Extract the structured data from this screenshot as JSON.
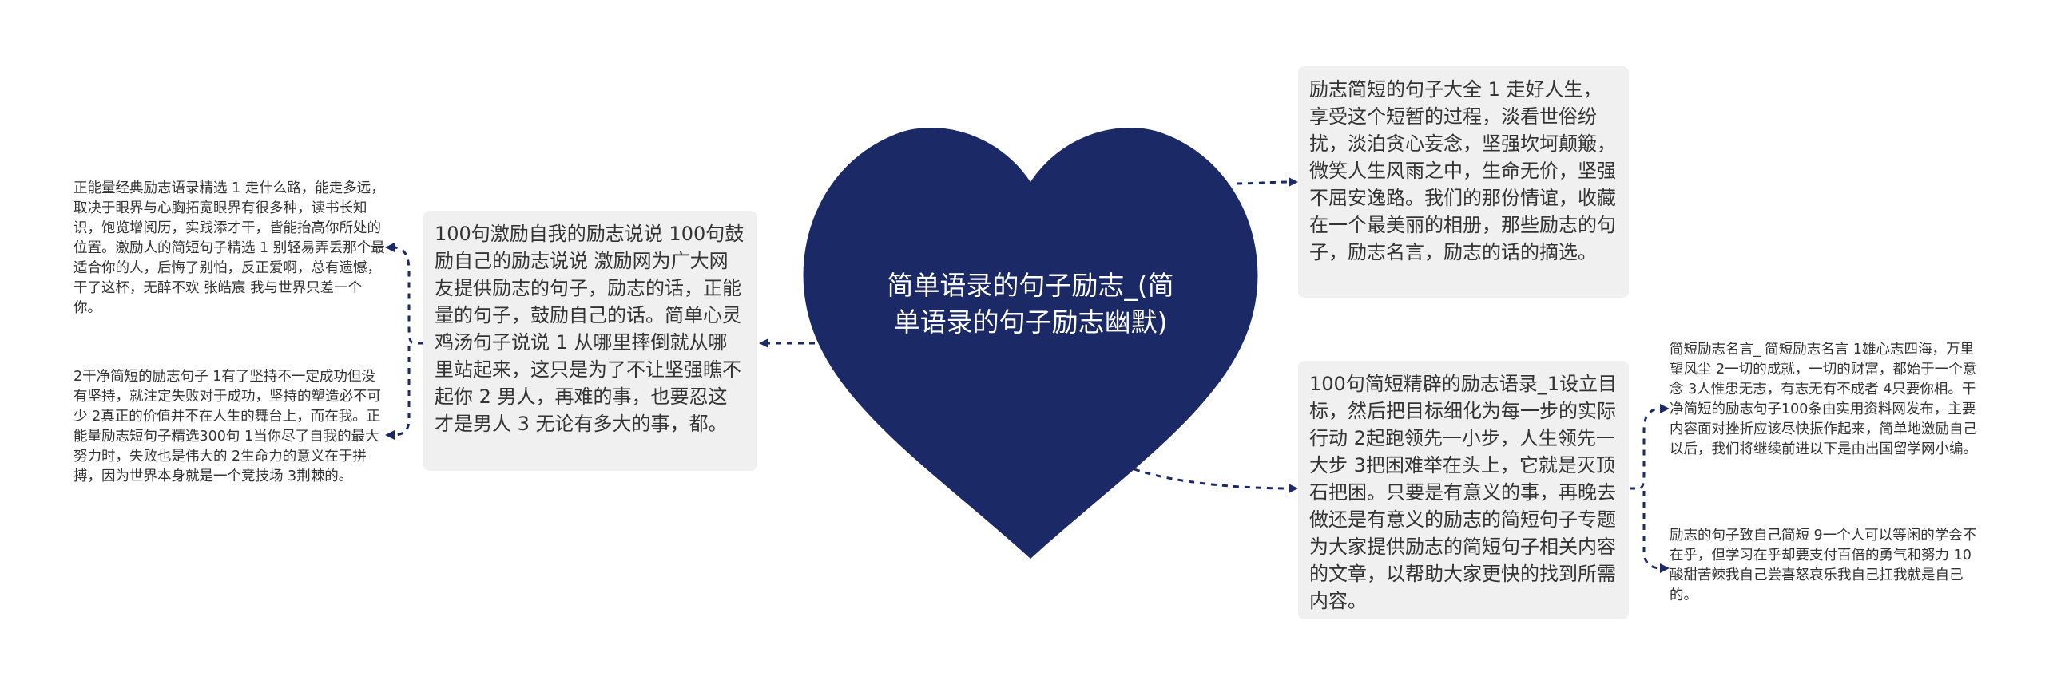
{
  "center": {
    "title": "简单语录的句子励志_(简单语录的句子励志幽默)",
    "color": "#1b2a66"
  },
  "right_top": {
    "text": "励志简短的句子大全 1 走好人生，享受这个短暂的过程，淡看世俗纷扰，淡泊贪心妄念，坚强坎坷颠簸，微笑人生风雨之中，生命无价，坚强不屈安逸路。我们的那份情谊，收藏在一个最美丽的相册，那些励志的句子，励志名言，励志的话的摘选。"
  },
  "right_bottom": {
    "text": "100句简短精辟的励志语录_1设立目标，然后把目标细化为每一步的实际行动 2起跑领先一小步，人生领先一大步 3把困难举在头上，它就是灭顶石把困。只要是有意义的事，再晚去做还是有意义的励志的简短句子专题为大家提供励志的简短句子相关内容的文章，以帮助大家更快的找到所需内容。",
    "children": [
      "简短励志名言_ 简短励志名言 1雄心志四海，万里望风尘 2一切的成就，一切的财富，都始于一个意念 3人惟患无志，有志无有不成者 4只要你相。干净简短的励志句子100条由实用资料网发布，主要内容面对挫折应该尽快振作起来，简单地激励自己以后，我们将继续前进以下是由出国留学网小编。",
      "励志的句子致自己简短 9一个人可以等闲的学会不在乎，但学习在乎却要支付百倍的勇气和努力 10酸甜苦辣我自己尝喜怒哀乐我自己扛我就是自己的。"
    ]
  },
  "left": {
    "text": "100句激励自我的励志说说 100句鼓励自己的励志说说 激励网为广大网友提供励志的句子，励志的话，正能量的句子，鼓励自己的话。简单心灵鸡汤句子说说 1 从哪里摔倒就从哪里站起来，这只是为了不让坚强瞧不起你 2 男人，再难的事，也要忍这才是男人 3 无论有多大的事，都。",
    "children": [
      "正能量经典励志语录精选 1 走什么路，能走多远，取决于眼界与心胸拓宽眼界有很多种，读书长知识，饱览增阅历，实践添才干，皆能抬高你所处的位置。激励人的简短句子精选 1 别轻易弄丢那个最适合你的人，后悔了别怕，反正爱啊，总有遗憾，干了这杯，无醉不欢 张皓宸 我与世界只差一个你。",
      "2干净简短的励志句子 1有了坚持不一定成功但没有坚持，就注定失败对于成功，坚持的塑造必不可少 2真正的价值并不在人生的舞台上，而在我。正能量励志短句子精选300句 1当你尽了自我的最大努力时，失败也是伟大的 2生命力的意义在于拼搏，因为世界本身就是一个竞技场 3荆棘的。"
    ]
  }
}
